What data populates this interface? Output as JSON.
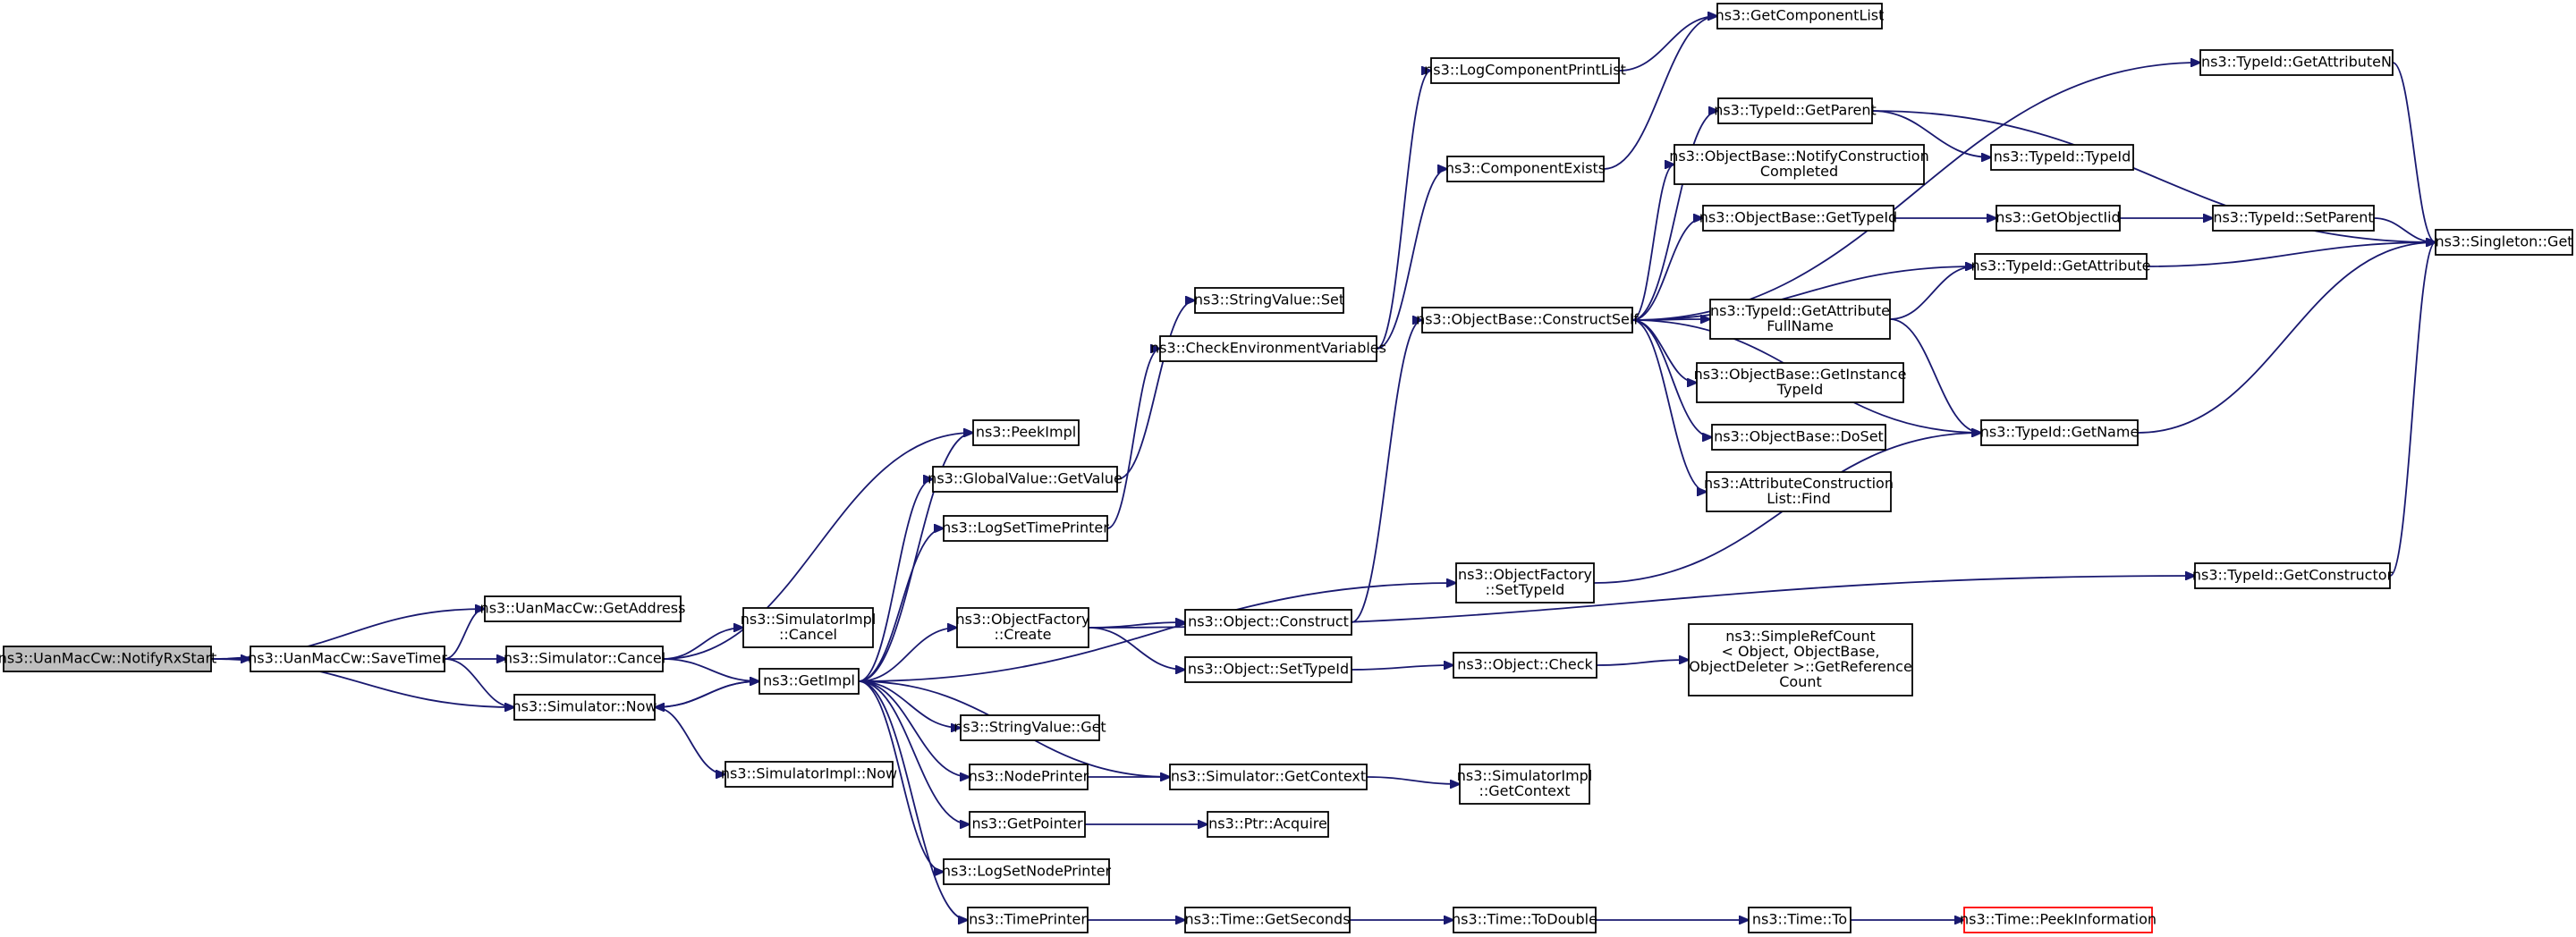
{
  "graph": {
    "nodes": [
      {
        "id": "notifyrxstart",
        "lines": [
          "ns3::UanMacCw::NotifyRxStart"
        ],
        "style": "root"
      },
      {
        "id": "savetimer",
        "lines": [
          "ns3::UanMacCw::SaveTimer"
        ]
      },
      {
        "id": "getaddress",
        "lines": [
          "ns3::UanMacCw::GetAddress"
        ]
      },
      {
        "id": "simcancel",
        "lines": [
          "ns3::Simulator::Cancel"
        ]
      },
      {
        "id": "simnow",
        "lines": [
          "ns3::Simulator::Now"
        ]
      },
      {
        "id": "simimplcancel",
        "lines": [
          "ns3::SimulatorImpl",
          "::Cancel"
        ]
      },
      {
        "id": "getimpl",
        "lines": [
          "ns3::GetImpl"
        ]
      },
      {
        "id": "simimplnow",
        "lines": [
          "ns3::SimulatorImpl::Now"
        ]
      },
      {
        "id": "peekimpl",
        "lines": [
          "ns3::PeekImpl"
        ]
      },
      {
        "id": "gvgetvalue",
        "lines": [
          "ns3::GlobalValue::GetValue"
        ]
      },
      {
        "id": "logsettimeprinter",
        "lines": [
          "ns3::LogSetTimePrinter"
        ]
      },
      {
        "id": "ofcreate",
        "lines": [
          "ns3::ObjectFactory",
          "::Create"
        ]
      },
      {
        "id": "svget",
        "lines": [
          "ns3::StringValue::Get"
        ]
      },
      {
        "id": "nodeprinter",
        "lines": [
          "ns3::NodePrinter"
        ]
      },
      {
        "id": "getpointer",
        "lines": [
          "ns3::GetPointer"
        ]
      },
      {
        "id": "logsetnodeprinter",
        "lines": [
          "ns3::LogSetNodePrinter"
        ]
      },
      {
        "id": "timeprinter",
        "lines": [
          "ns3::TimePrinter"
        ]
      },
      {
        "id": "svset",
        "lines": [
          "ns3::StringValue::Set"
        ]
      },
      {
        "id": "checkenv",
        "lines": [
          "ns3::CheckEnvironmentVariables"
        ]
      },
      {
        "id": "objconstruct",
        "lines": [
          "ns3::Object::Construct"
        ]
      },
      {
        "id": "objsettypeid",
        "lines": [
          "ns3::Object::SetTypeId"
        ]
      },
      {
        "id": "simgetcontext",
        "lines": [
          "ns3::Simulator::GetContext"
        ]
      },
      {
        "id": "ptracquire",
        "lines": [
          "ns3::Ptr::Acquire"
        ]
      },
      {
        "id": "timegetseconds",
        "lines": [
          "ns3::Time::GetSeconds"
        ]
      },
      {
        "id": "logcomponentprintlist",
        "lines": [
          "ns3::LogComponentPrintList"
        ]
      },
      {
        "id": "componentexists",
        "lines": [
          "ns3::ComponentExists"
        ]
      },
      {
        "id": "obconstructself",
        "lines": [
          "ns3::ObjectBase::ConstructSelf"
        ]
      },
      {
        "id": "ofsettypeid",
        "lines": [
          "ns3::ObjectFactory",
          "::SetTypeId"
        ]
      },
      {
        "id": "objcheck",
        "lines": [
          "ns3::Object::Check"
        ]
      },
      {
        "id": "simimplgetcontext",
        "lines": [
          "ns3::SimulatorImpl",
          "::GetContext"
        ]
      },
      {
        "id": "timetodouble",
        "lines": [
          "ns3::Time::ToDouble"
        ]
      },
      {
        "id": "getcomponentlist",
        "lines": [
          "ns3::GetComponentList"
        ]
      },
      {
        "id": "tidgetparent",
        "lines": [
          "ns3::TypeId::GetParent"
        ]
      },
      {
        "id": "obnotifyconstruction",
        "lines": [
          "ns3::ObjectBase::NotifyConstruction",
          "Completed"
        ]
      },
      {
        "id": "obgettypeid",
        "lines": [
          "ns3::ObjectBase::GetTypeId"
        ]
      },
      {
        "id": "tidgetattributefullname",
        "lines": [
          "ns3::TypeId::GetAttribute",
          "FullName"
        ]
      },
      {
        "id": "obgetinstancetypeid",
        "lines": [
          "ns3::ObjectBase::GetInstance",
          "TypeId"
        ]
      },
      {
        "id": "obdoset",
        "lines": [
          "ns3::ObjectBase::DoSet"
        ]
      },
      {
        "id": "attrconstructionlistfind",
        "lines": [
          "ns3::AttributeConstruction",
          "List::Find"
        ]
      },
      {
        "id": "simplerefcount",
        "lines": [
          "ns3::SimpleRefCount",
          "< Object, ObjectBase,",
          "ObjectDeleter >::GetReference",
          "Count"
        ]
      },
      {
        "id": "timeto",
        "lines": [
          "ns3::Time::To"
        ]
      },
      {
        "id": "tidgetattributen",
        "lines": [
          "ns3::TypeId::GetAttributeN"
        ]
      },
      {
        "id": "tidtypeid",
        "lines": [
          "ns3::TypeId::TypeId"
        ]
      },
      {
        "id": "getobjectiid",
        "lines": [
          "ns3::GetObjectIid"
        ]
      },
      {
        "id": "tidgetattribute",
        "lines": [
          "ns3::TypeId::GetAttribute"
        ]
      },
      {
        "id": "tidgetname",
        "lines": [
          "ns3::TypeId::GetName"
        ]
      },
      {
        "id": "tidgetconstructor",
        "lines": [
          "ns3::TypeId::GetConstructor"
        ]
      },
      {
        "id": "timepeekinformation",
        "lines": [
          "ns3::Time::PeekInformation"
        ],
        "style": "truncated"
      },
      {
        "id": "tidsetparent",
        "lines": [
          "ns3::TypeId::SetParent"
        ]
      },
      {
        "id": "singletonget",
        "lines": [
          "ns3::Singleton::Get"
        ]
      }
    ],
    "edges": [
      [
        "notifyrxstart",
        "savetimer"
      ],
      [
        "notifyrxstart",
        "getaddress"
      ],
      [
        "notifyrxstart",
        "simnow"
      ],
      [
        "savetimer",
        "getaddress"
      ],
      [
        "savetimer",
        "simcancel"
      ],
      [
        "savetimer",
        "simnow"
      ],
      [
        "simcancel",
        "simimplcancel"
      ],
      [
        "simcancel",
        "getimpl"
      ],
      [
        "simcancel",
        "peekimpl"
      ],
      [
        "simnow",
        "getimpl"
      ],
      [
        "simnow",
        "simimplnow"
      ],
      [
        "getimpl",
        "simnow"
      ],
      [
        "getimpl",
        "peekimpl"
      ],
      [
        "getimpl",
        "gvgetvalue"
      ],
      [
        "getimpl",
        "logsettimeprinter"
      ],
      [
        "getimpl",
        "ofcreate"
      ],
      [
        "getimpl",
        "svget"
      ],
      [
        "getimpl",
        "nodeprinter"
      ],
      [
        "getimpl",
        "getpointer"
      ],
      [
        "getimpl",
        "logsetnodeprinter"
      ],
      [
        "getimpl",
        "timeprinter"
      ],
      [
        "getimpl",
        "ofsettypeid"
      ],
      [
        "getimpl",
        "simgetcontext"
      ],
      [
        "gvgetvalue",
        "svset"
      ],
      [
        "logsettimeprinter",
        "checkenv"
      ],
      [
        "ofcreate",
        "objconstruct"
      ],
      [
        "ofcreate",
        "objsettypeid"
      ],
      [
        "ofcreate",
        "tidgetconstructor"
      ],
      [
        "nodeprinter",
        "simgetcontext"
      ],
      [
        "getpointer",
        "ptracquire"
      ],
      [
        "timeprinter",
        "timegetseconds"
      ],
      [
        "checkenv",
        "logcomponentprintlist"
      ],
      [
        "checkenv",
        "componentexists"
      ],
      [
        "objconstruct",
        "obconstructself"
      ],
      [
        "objsettypeid",
        "objcheck"
      ],
      [
        "simgetcontext",
        "simimplgetcontext"
      ],
      [
        "timegetseconds",
        "timetodouble"
      ],
      [
        "logcomponentprintlist",
        "getcomponentlist"
      ],
      [
        "componentexists",
        "getcomponentlist"
      ],
      [
        "obconstructself",
        "tidgetattributen"
      ],
      [
        "obconstructself",
        "tidgetparent"
      ],
      [
        "obconstructself",
        "obnotifyconstruction"
      ],
      [
        "obconstructself",
        "obgettypeid"
      ],
      [
        "obconstructself",
        "tidgetattribute"
      ],
      [
        "obconstructself",
        "tidgetattributefullname"
      ],
      [
        "obconstructself",
        "obgetinstancetypeid"
      ],
      [
        "obconstructself",
        "obdoset"
      ],
      [
        "obconstructself",
        "attrconstructionlistfind"
      ],
      [
        "obconstructself",
        "tidgetname"
      ],
      [
        "ofsettypeid",
        "tidgetname"
      ],
      [
        "objcheck",
        "simplerefcount"
      ],
      [
        "timetodouble",
        "timeto"
      ],
      [
        "timeto",
        "timepeekinformation"
      ],
      [
        "tidgetparent",
        "tidtypeid"
      ],
      [
        "tidgetparent",
        "singletonget"
      ],
      [
        "obgettypeid",
        "getobjectiid"
      ],
      [
        "getobjectiid",
        "tidsetparent"
      ],
      [
        "tidsetparent",
        "singletonget"
      ],
      [
        "tidgetattributefullname",
        "tidgetattribute"
      ],
      [
        "tidgetattributefullname",
        "tidgetname"
      ],
      [
        "tidgetattributen",
        "singletonget"
      ],
      [
        "tidgetattribute",
        "singletonget"
      ],
      [
        "tidgetname",
        "singletonget"
      ],
      [
        "tidgetconstructor",
        "singletonget"
      ]
    ]
  }
}
